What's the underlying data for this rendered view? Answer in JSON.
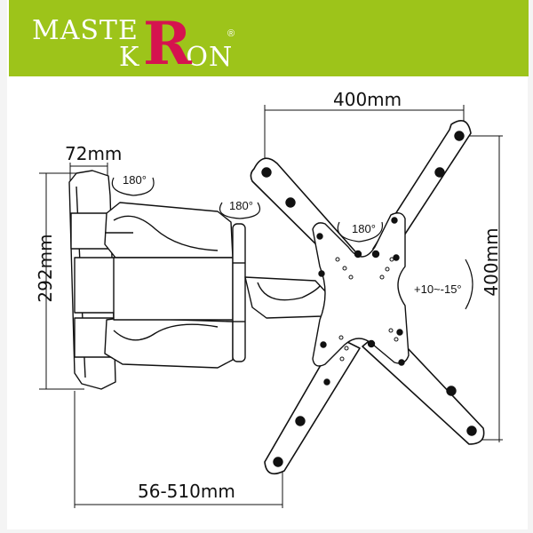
{
  "brand": {
    "line1": "MASTE",
    "line2": "ON",
    "line2_prefix": "K",
    "accent_letter": "R",
    "registered": "®",
    "header_color": "#9dc41a",
    "accent_color": "#d5134f",
    "text_color": "#ffffff"
  },
  "dimensions": {
    "vesa_width": "400mm",
    "vesa_height": "400mm",
    "wall_plate_depth": "72mm",
    "wall_plate_height": "292mm",
    "extension_range": "56-510mm"
  },
  "rotations": {
    "wall_pivot": "180°",
    "arm_pivot": "180°",
    "plate_swivel": "180°",
    "tilt_range": "+10~-15°"
  }
}
